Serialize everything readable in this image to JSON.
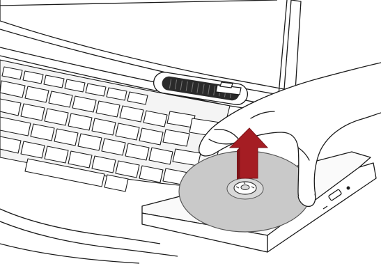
{
  "figure": {
    "subject": "laptop-optical-drive-disc-removal",
    "colors": {
      "line": "#1a1a1a",
      "disc": "#c9c9c9",
      "disc_edge": "#555555",
      "arrow": "#a51d23",
      "speaker": "#2a2a2a",
      "background": "#ffffff"
    },
    "parts": [
      "laptop-screen",
      "keyboard",
      "speaker-grille",
      "optical-drive-tray",
      "disc",
      "hand",
      "lift-arrow"
    ]
  }
}
